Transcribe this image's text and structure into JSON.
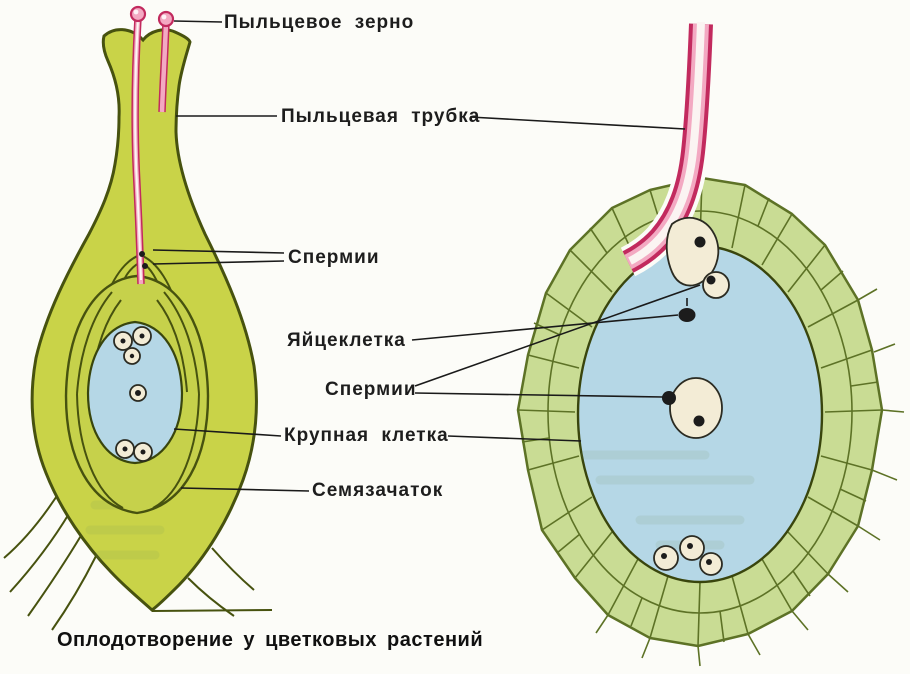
{
  "diagram": {
    "caption": "Оплодотворение у цветковых растений",
    "labels": {
      "pollen_grain": "Пыльцевое зерно",
      "pollen_tube": "Пыльцевая трубка",
      "sperm_pistil": "Спермии",
      "egg_cell": "Яйцеклетка",
      "sperm_embryo_sac": "Спермии",
      "large_cell": "Крупная клетка",
      "ovule": "Семязачаток"
    },
    "colors": {
      "pistil_fill": "#c9d348",
      "pistil_stroke": "#47520f",
      "ovule_fill": "#c6d14b",
      "embryo_sac_fill": "#b5d7e6",
      "tube_outline": "#c22a5e",
      "tube_inner": "#f3a9c2",
      "tube_core": "#fbf4f2",
      "ovule_cells_fill": "#c9dc94",
      "cell_stroke": "#5d7226",
      "cell_cream": "#f3ecd6",
      "ink": "#1c1c1c"
    }
  }
}
